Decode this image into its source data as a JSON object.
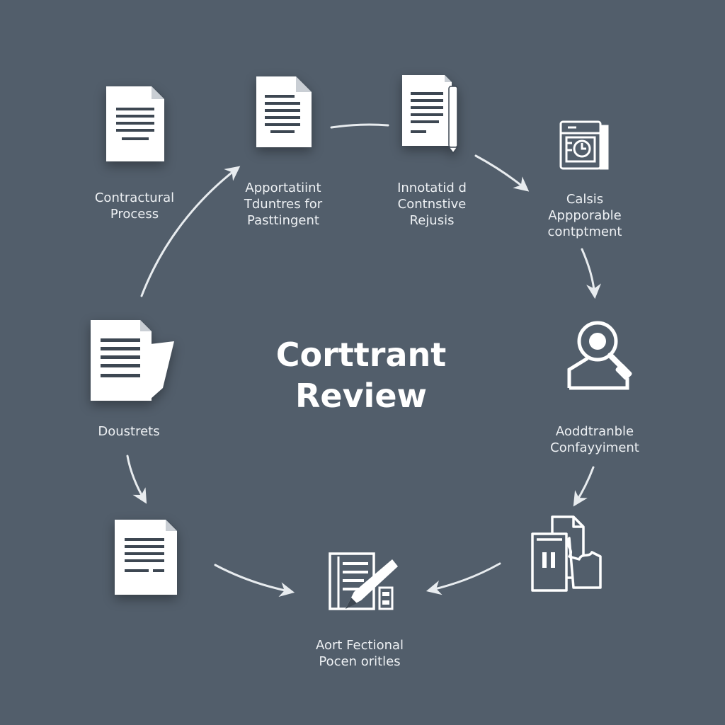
{
  "title": {
    "line1": "Corttrant",
    "line2": "Review"
  },
  "steps": [
    {
      "id": "contractual-process",
      "icon": "document-icon",
      "lines": [
        "Contractural",
        "Process"
      ]
    },
    {
      "id": "apportatiunt",
      "icon": "document-icon",
      "lines": [
        "Apportatiint",
        "Tduntres for",
        "Pasttingent"
      ]
    },
    {
      "id": "innotatid",
      "icon": "document-with-pen-icon",
      "lines": [
        "Innotatid d",
        "Contnstive",
        "Rejusis"
      ]
    },
    {
      "id": "calsis",
      "icon": "calendar-clock-icon",
      "lines": [
        "Calsis",
        "Appporable",
        "contptment"
      ]
    },
    {
      "id": "aoddtranble",
      "icon": "magnifier-user-icon",
      "lines": [
        "Aoddtranble",
        "Confayyiment"
      ]
    },
    {
      "id": "files-step",
      "icon": "files-icon",
      "lines": []
    },
    {
      "id": "aort-fectional",
      "icon": "edit-document-icon",
      "lines": [
        "Aort Fectional",
        "Pocen oritles"
      ]
    },
    {
      "id": "doc-bottom-left",
      "icon": "document-icon",
      "lines": []
    },
    {
      "id": "doustrets",
      "icon": "folder-document-icon",
      "lines": [
        "Doustrets"
      ]
    }
  ],
  "colors": {
    "background": "#525e6b",
    "foreground": "#ffffff",
    "arrow": "#e8ecef"
  }
}
